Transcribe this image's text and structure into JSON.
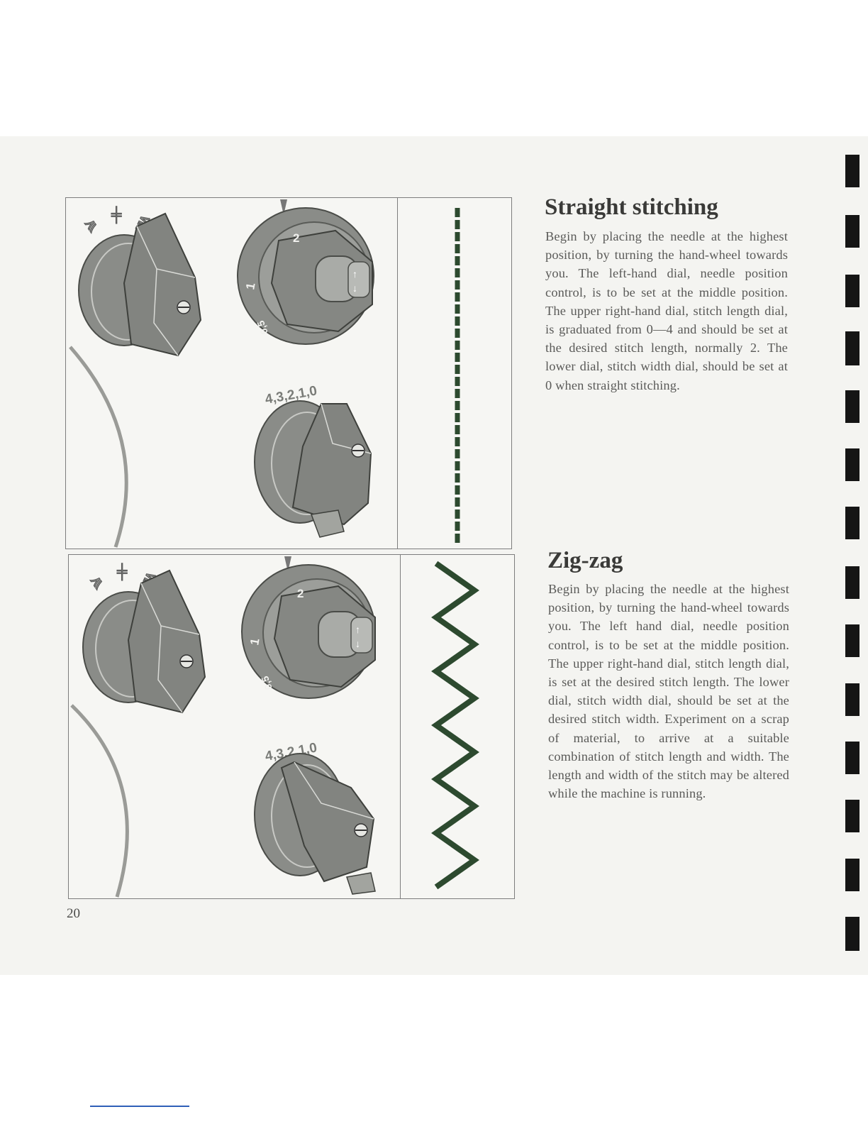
{
  "page": {
    "number": "20",
    "colors": {
      "dial_gray": "#8a8c88",
      "dial_dark": "#4a4c48",
      "stitch_green": "#2d4a2f",
      "binding_black": "#151515",
      "link_blue": "#2f5fb8"
    }
  },
  "sections": [
    {
      "title": "Straight stitching",
      "body": "Begin by placing the needle at the highest position, by turning the hand-wheel towards you. The left-hand dial, needle position control, is to be set at the middle position. The upper right-hand dial, stitch length dial, is graduated from 0—4 and should be set at the desired stitch length, normally 2. The lower dial, stitch width dial, should be set at 0 when straight stitching."
    },
    {
      "title": "Zig-zag",
      "body": "Begin by placing the needle at the highest position, by turning the hand-wheel towards you. The left hand dial, needle position control, is to be set at the middle position. The upper right-hand dial, stitch length dial, is set at the desired stitch length. The lower dial, stitch width dial, should be set at the desired stitch width. Experiment on a scrap of material, to arrive at a suitable combination of stitch length and width. The length and width of the stitch may be altered while the machine is running."
    }
  ],
  "figures": [
    {
      "stitch_type": "straight",
      "stitch_length_scale": [
        "0,5",
        "1",
        "2"
      ],
      "stitch_width_scale": "4,3,2,1,0",
      "needle_position_icons": [
        "left-stitch-icon",
        "center-stitch-icon",
        "right-stitch-icon"
      ]
    },
    {
      "stitch_type": "zig-zag",
      "stitch_length_scale": [
        "0,5",
        "1",
        "2"
      ],
      "stitch_width_scale": "4,3,2,1,0",
      "needle_position_icons": [
        "left-stitch-icon",
        "center-stitch-icon",
        "right-stitch-icon"
      ]
    }
  ]
}
